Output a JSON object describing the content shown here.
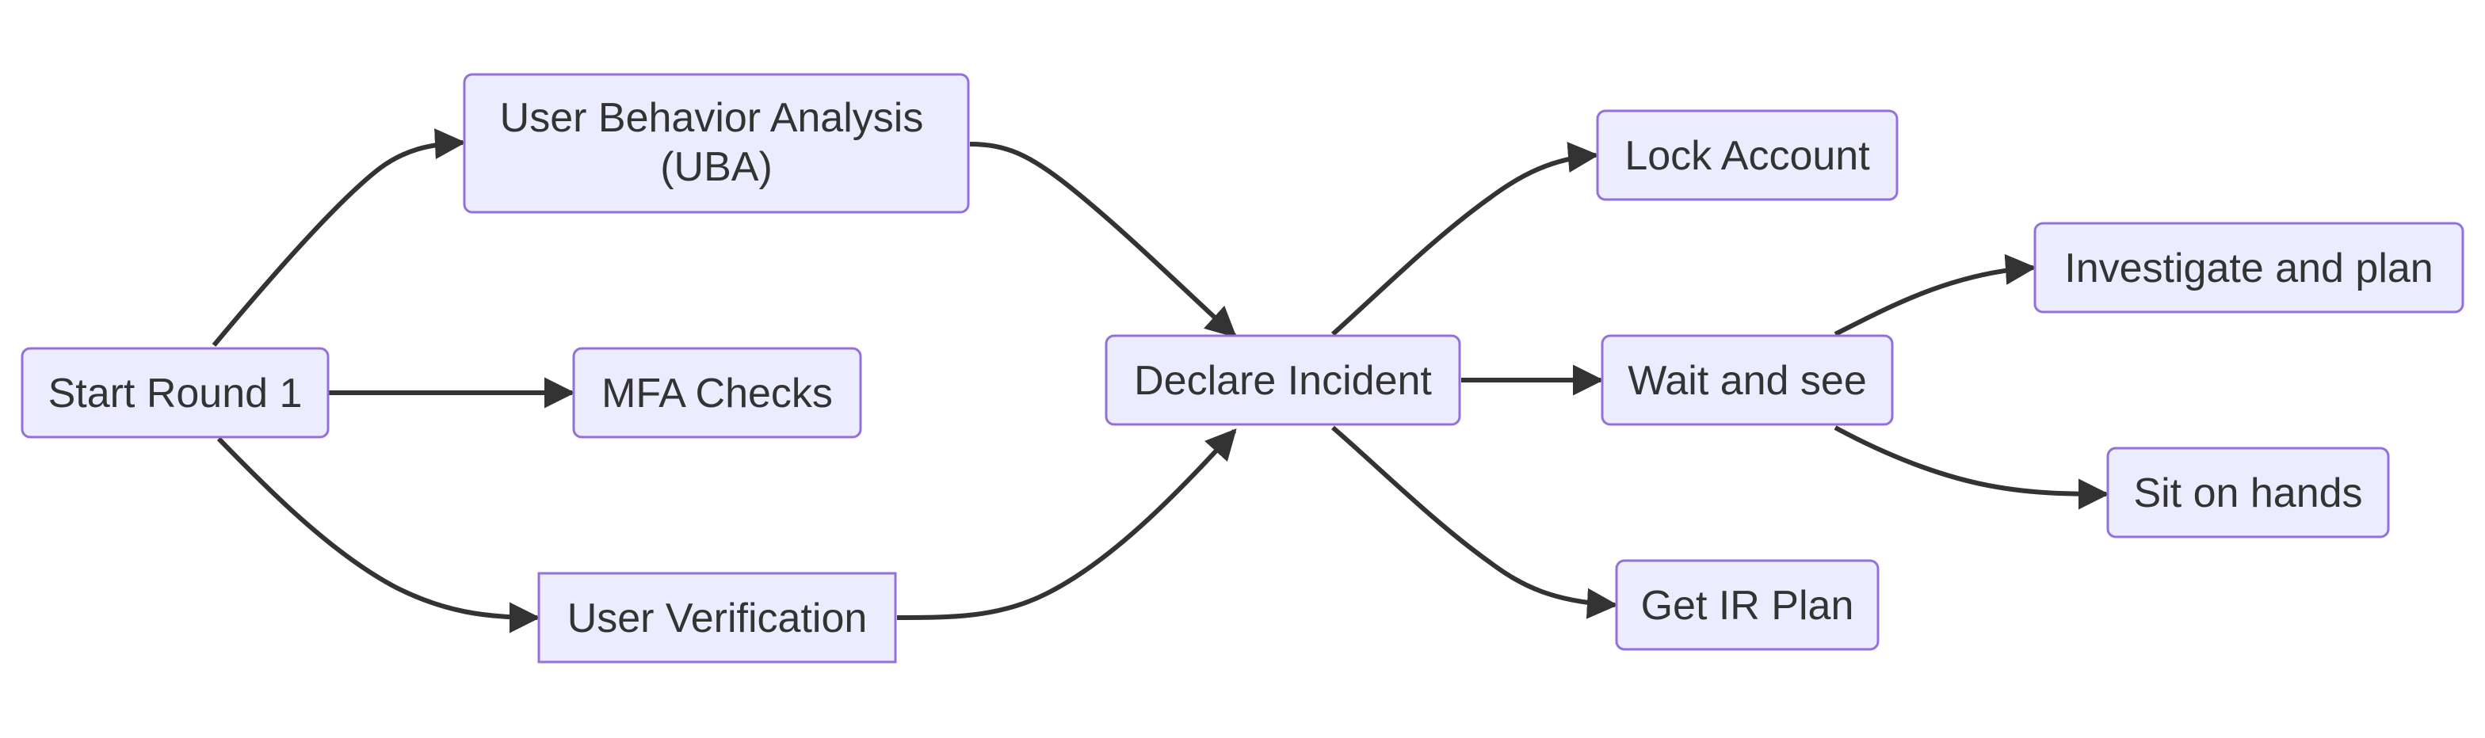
{
  "diagram": {
    "type": "flowchart",
    "colors": {
      "node_fill": "#ececff",
      "node_stroke": "#9370db",
      "edge": "#333333",
      "text": "#333333"
    },
    "nodes": {
      "start": {
        "label": "Start Round 1"
      },
      "uba": {
        "label_line1": "User Behavior Analysis",
        "label_line2": "(UBA)"
      },
      "mfa": {
        "label": "MFA Checks"
      },
      "verification": {
        "label": "User Verification"
      },
      "declare": {
        "label": "Declare Incident"
      },
      "lock": {
        "label": "Lock Account"
      },
      "wait": {
        "label": "Wait and see"
      },
      "irplan": {
        "label": "Get IR Plan"
      },
      "investigate": {
        "label": "Investigate and plan"
      },
      "sit": {
        "label": "Sit on hands"
      }
    },
    "edges": [
      {
        "from": "start",
        "to": "uba"
      },
      {
        "from": "start",
        "to": "mfa"
      },
      {
        "from": "start",
        "to": "verification"
      },
      {
        "from": "uba",
        "to": "declare"
      },
      {
        "from": "verification",
        "to": "declare"
      },
      {
        "from": "declare",
        "to": "lock"
      },
      {
        "from": "declare",
        "to": "wait"
      },
      {
        "from": "declare",
        "to": "irplan"
      },
      {
        "from": "wait",
        "to": "investigate"
      },
      {
        "from": "wait",
        "to": "sit"
      }
    ]
  }
}
